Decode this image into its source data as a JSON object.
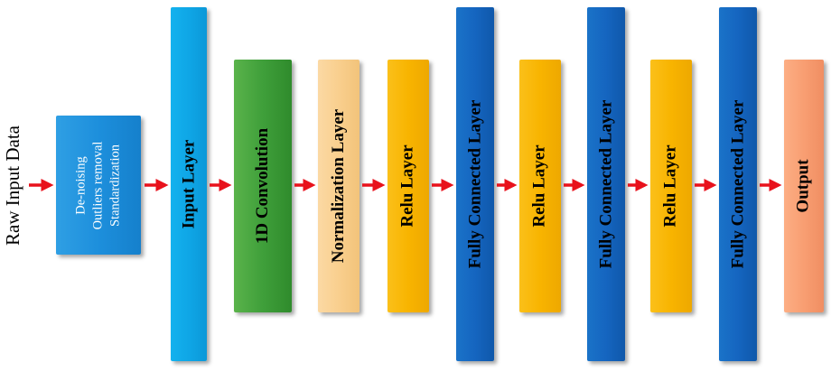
{
  "diagram": {
    "input_label": "Raw Input Data",
    "preprocessing": {
      "lines": [
        "De-noising",
        "Outliers removal",
        "Standardization"
      ],
      "color": "#1d8fdc"
    },
    "layers": [
      {
        "key": "input",
        "label": "Input Layer",
        "color": "#0fa6e6"
      },
      {
        "key": "conv",
        "label": "1D Convolution",
        "color": "#3f9f3a"
      },
      {
        "key": "norm",
        "label": "Normalization Layer",
        "color": "#f9cf8e"
      },
      {
        "key": "relu1",
        "label": "Relu Layer",
        "color": "#f8b400"
      },
      {
        "key": "fc1",
        "label": "Fully Connected Layer",
        "color": "#1565c0"
      },
      {
        "key": "relu2",
        "label": "Relu Layer",
        "color": "#f8b400"
      },
      {
        "key": "fc2",
        "label": "Fully Connected Layer",
        "color": "#1565c0"
      },
      {
        "key": "relu3",
        "label": "Relu Layer",
        "color": "#f8b400"
      },
      {
        "key": "fc3",
        "label": "Fully Connected Layer",
        "color": "#1565c0"
      },
      {
        "key": "output",
        "label": "Output",
        "color": "#f89e72"
      }
    ],
    "arrow_color": "#e8121c"
  }
}
